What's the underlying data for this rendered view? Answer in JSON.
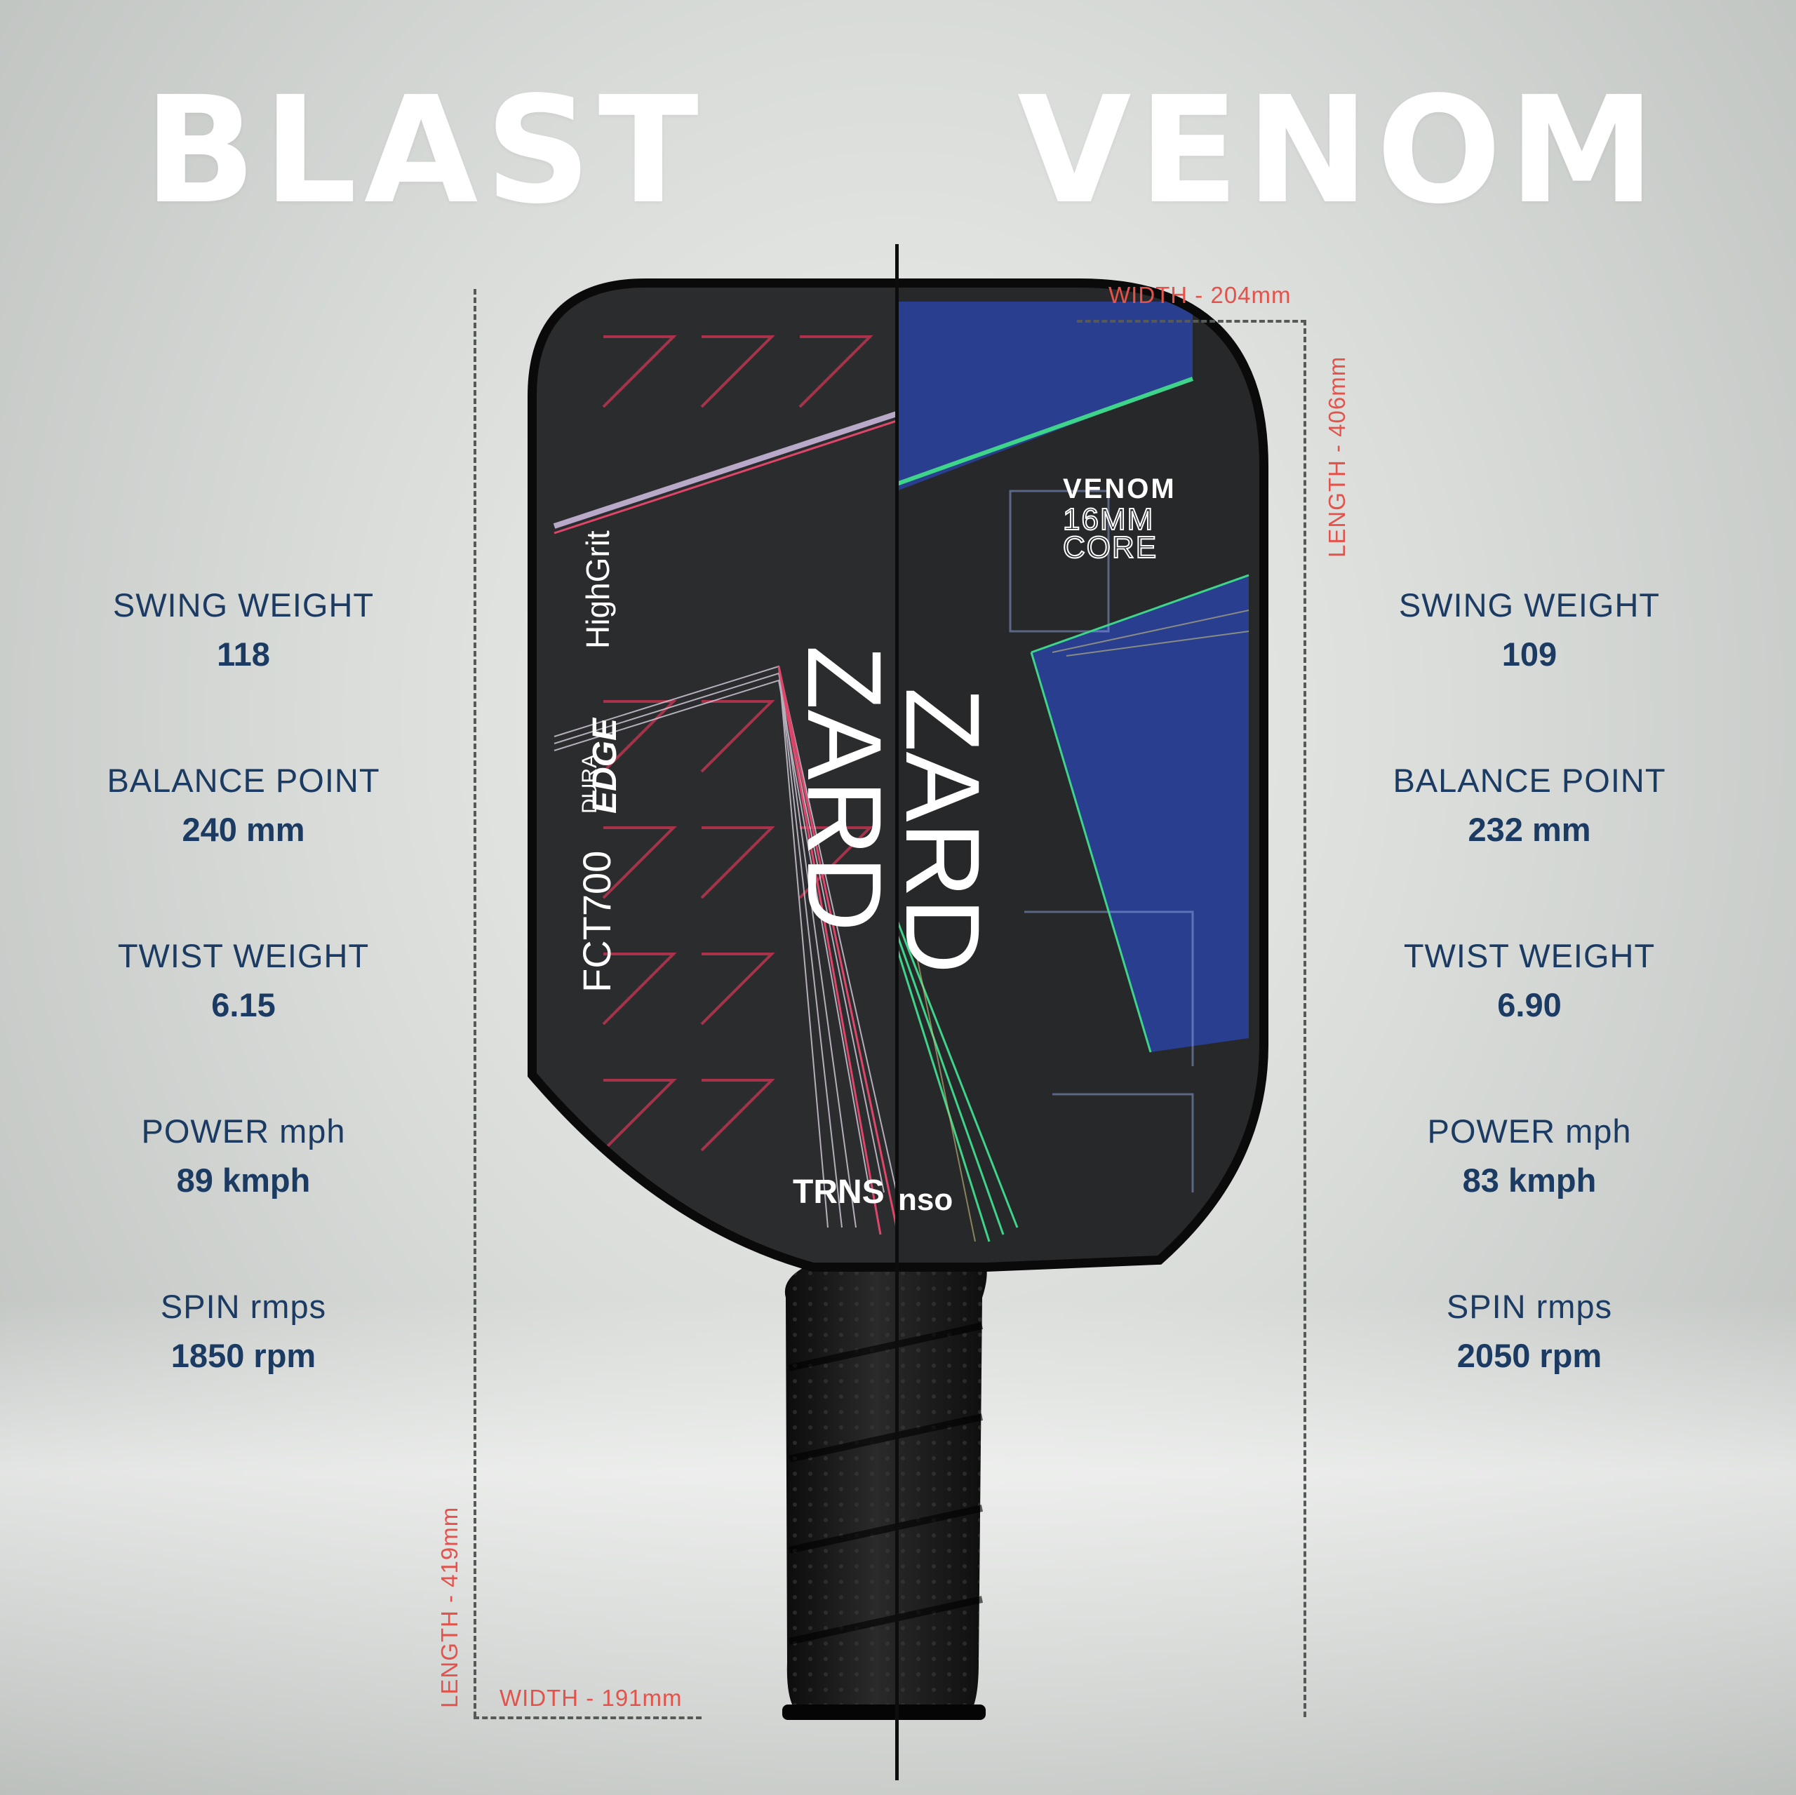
{
  "titles": {
    "left": "BLAST",
    "right": "VENOM"
  },
  "left_paddle": {
    "specs": [
      {
        "label": "SWING WEIGHT",
        "value": "118"
      },
      {
        "label": "BALANCE POINT",
        "value": "240 mm"
      },
      {
        "label": "TWIST WEIGHT",
        "value": "6.15"
      },
      {
        "label": "POWER mph",
        "value": "89 kmph"
      },
      {
        "label": "SPIN rmps",
        "value": "1850 rpm"
      }
    ],
    "length": "LENGTH - 419mm",
    "width": "WIDTH - 191mm",
    "face_text": {
      "brand_line": "HighGrit",
      "dura": "DURA",
      "edge": "EDGE",
      "model": "FCT700",
      "zard": "ZARD",
      "maker": "TRNS"
    }
  },
  "right_paddle": {
    "specs": [
      {
        "label": "SWING WEIGHT",
        "value": "109"
      },
      {
        "label": "BALANCE POINT",
        "value": "232 mm"
      },
      {
        "label": "TWIST WEIGHT",
        "value": "6.90"
      },
      {
        "label": "POWER mph",
        "value": "83 kmph"
      },
      {
        "label": "SPIN rmps",
        "value": "2050 rpm"
      }
    ],
    "length": "LENGTH - 406mm",
    "width": "WIDTH - 204mm",
    "face_text": {
      "venom": "VENOM",
      "core1": "16MM",
      "core2": "CORE",
      "zard": "ZARD",
      "maker": "nso"
    }
  },
  "colors": {
    "spec_text": "#1c3b63",
    "measure_text": "#e4534b",
    "title_text": "#ffffff",
    "accent_pink": "#e0466a",
    "accent_green": "#3ed58a",
    "accent_blue": "#2a3e8f"
  }
}
